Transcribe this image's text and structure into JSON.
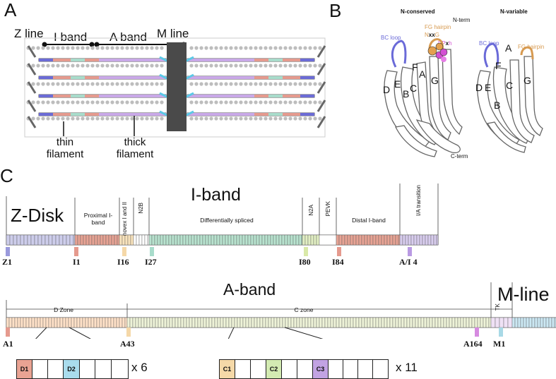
{
  "panels": {
    "a": "A",
    "b": "B",
    "c": "C"
  },
  "panel_a": {
    "z_line": "Z line",
    "i_band": "I band",
    "a_band": "A band",
    "m_line": "M line",
    "thin_filament": "thin\nfilament",
    "thick_filament": "thick\nfilament"
  },
  "panel_b": {
    "left_title": "N-conserved",
    "right_title": "N-variable",
    "n_term": "N-term",
    "c_term": "C-term",
    "bc_loop_left": "BC loop",
    "bc_loop_right": "BC loop",
    "fg_hairpin_left": "FG hairpin",
    "fg_hairpin_right": "FG hairpin",
    "nxxg_prefix": "N",
    "nxxg_xx": "xx",
    "nxxg_suffix": "G",
    "ppxh_prefix": "PP",
    "ppxh_x": "x",
    "ppxh_suffix": "h",
    "strands_left": [
      "A",
      "B",
      "C",
      "D",
      "E",
      "F",
      "G"
    ],
    "strands_right": [
      "A",
      "B",
      "C",
      "D",
      "E",
      "F",
      "G"
    ],
    "n_badge": "N",
    "g_badge": "G",
    "p_badge": "P"
  },
  "panel_c": {
    "z_disk": "Z-Disk",
    "i_band": "I-band",
    "a_band": "A-band",
    "m_line": "M-line",
    "regions_i": {
      "proximal": "Proximal I-\nband",
      "novex": "novex I and II",
      "n2b": "N2B",
      "diff": "Differentially spliced",
      "n2a": "N2A",
      "pevk": "PEVK",
      "distal": "Distal I-band",
      "ia": "I/A transition"
    },
    "regions_a": {
      "d_zone": "D Zone",
      "c_zone": "C zone",
      "tk": "TK"
    },
    "markers_i": [
      "Z1",
      "I1",
      "I16",
      "I27",
      "I80",
      "I84",
      "A/I 4"
    ],
    "markers_a": [
      "A1",
      "A43",
      "A164",
      "M1"
    ],
    "d_repeat": {
      "cells": [
        "D1",
        "",
        "",
        "D2",
        "",
        "",
        ""
      ],
      "times": "x 6"
    },
    "c_repeat": {
      "cells": [
        "C1",
        "",
        "",
        "C2",
        "",
        "",
        "C3",
        "",
        "",
        "",
        ""
      ],
      "times": "x 11"
    }
  }
}
